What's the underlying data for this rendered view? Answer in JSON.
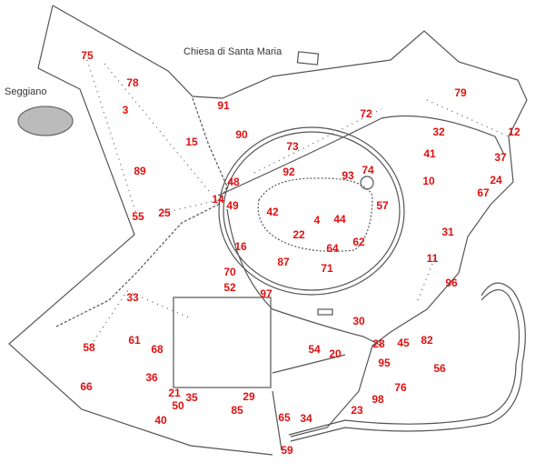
{
  "places": {
    "church": "Chiesa di Santa Maria",
    "village": "Seggiano"
  },
  "colors": {
    "marker": "#e01010",
    "lines": "#555555"
  },
  "markers": [
    "75",
    "78",
    "3",
    "89",
    "55",
    "25",
    "15",
    "91",
    "90",
    "48",
    "14",
    "49",
    "73",
    "92",
    "72",
    "93",
    "74",
    "42",
    "4",
    "44",
    "22",
    "64",
    "62",
    "57",
    "32",
    "79",
    "12",
    "41",
    "37",
    "24",
    "10",
    "67",
    "31",
    "11",
    "96",
    "16",
    "87",
    "71",
    "70",
    "52",
    "97",
    "33",
    "30",
    "58",
    "61",
    "68",
    "54",
    "20",
    "28",
    "45",
    "82",
    "95",
    "56",
    "36",
    "66",
    "21",
    "35",
    "29",
    "85",
    "50",
    "40",
    "76",
    "98",
    "23",
    "65",
    "34",
    "59"
  ]
}
